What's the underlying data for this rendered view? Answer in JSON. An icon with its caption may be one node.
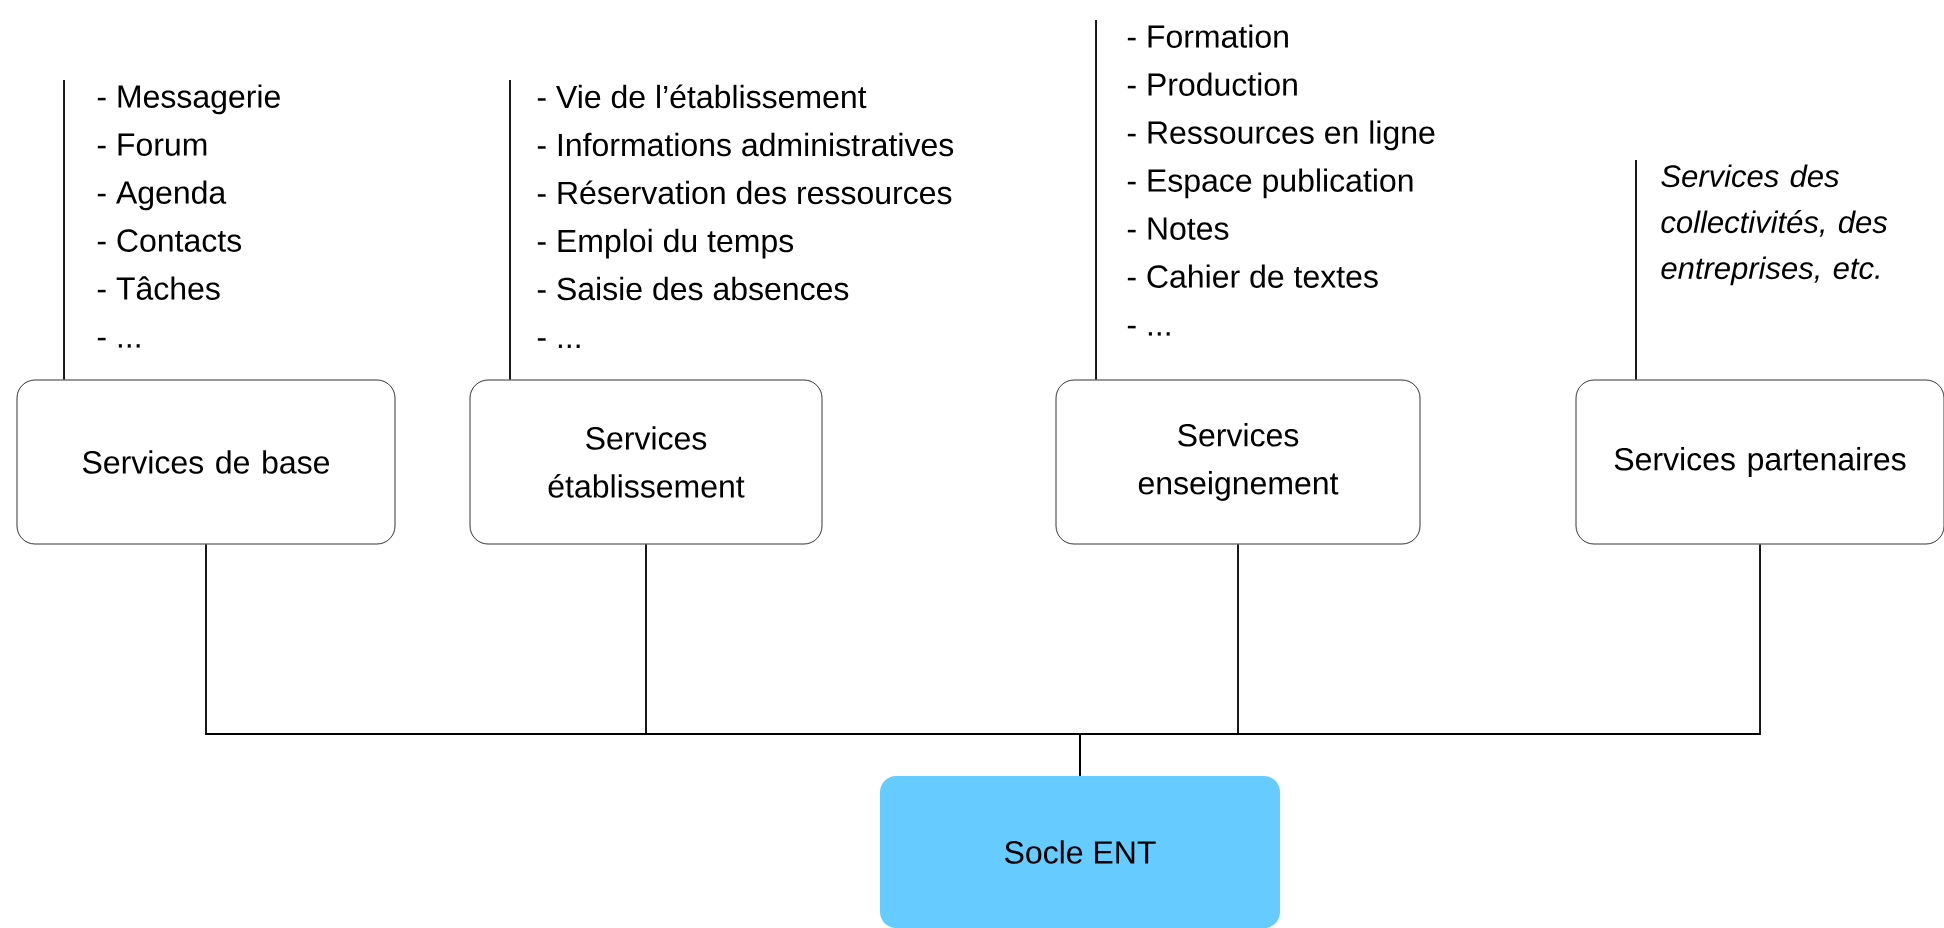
{
  "diagram": {
    "nodes": [
      {
        "text": [
          "- Messagerie",
          "- Forum",
          "- Agenda",
          "- Contacts",
          "- Tâches",
          "- ..."
        ]
      },
      {
        "text": [
          "Services de base"
        ]
      },
      {
        "text": [
          "- Vie de l’établissement",
          "- Informations administratives",
          "- Réservation des ressources",
          "- Emploi du temps",
          "- Saisie des absences",
          "- ..."
        ]
      },
      {
        "text": [
          "Services établissement"
        ]
      },
      {
        "text": [
          "- Formation",
          "- Production",
          "- Ressources en ligne",
          "- Espace publication",
          "- Notes",
          "- Cahier de textes",
          "- ..."
        ]
      },
      {
        "text": [
          "Services enseignement"
        ]
      },
      {
        "text": [
          "Services des collectivités, des entreprises, etc."
        ]
      },
      {
        "text": [
          "Services partenaires"
        ]
      },
      {
        "text": [
          "Socle ENT"
        ]
      }
    ],
    "edges": [
      {
        "from": 0,
        "to": 1,
        "arrow": "none"
      },
      {
        "from": 2,
        "to": 3,
        "arrow": "none"
      },
      {
        "from": 4,
        "to": 5,
        "arrow": "none"
      },
      {
        "from": 6,
        "to": 7,
        "arrow": "none"
      },
      {
        "from": 1,
        "to": 8,
        "arrow": "none"
      },
      {
        "from": 3,
        "to": 8,
        "arrow": "none"
      },
      {
        "from": 5,
        "to": 8,
        "arrow": "none"
      },
      {
        "from": 7,
        "to": 8,
        "arrow": "none"
      }
    ]
  }
}
